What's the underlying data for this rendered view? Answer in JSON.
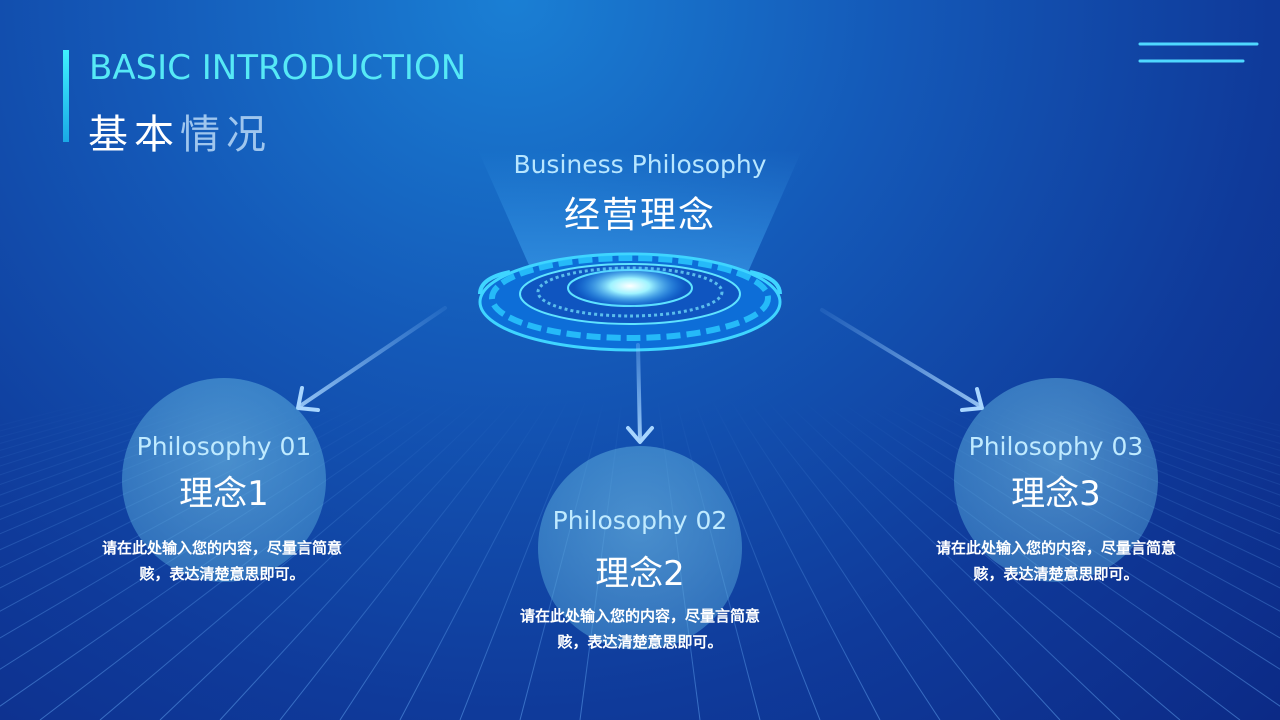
{
  "header": {
    "title_en": "BASIC INTRODUCTION",
    "title_cn_main": "基本",
    "title_cn_dim": "情况"
  },
  "center": {
    "title_en": "Business Philosophy",
    "title_cn": "经营理念"
  },
  "nodes": [
    {
      "title_en": "Philosophy 01",
      "title_cn": "理念1",
      "desc_line1": "请在此处输入您的内容，尽量言简意",
      "desc_line2": "赅，表达清楚意思即可。"
    },
    {
      "title_en": "Philosophy 02",
      "title_cn": "理念2",
      "desc_line1": "请在此处输入您的内容，尽量言简意",
      "desc_line2": "赅，表达清楚意思即可。"
    },
    {
      "title_en": "Philosophy 03",
      "title_cn": "理念3",
      "desc_line1": "请在此处输入您的内容，尽量言简意",
      "desc_line2": "赅，表达清楚意思即可。"
    }
  ],
  "colors": {
    "accent_cyan": "#56e9f6",
    "background_deep": "#0c2a86",
    "background_light": "#1a7fd4"
  }
}
